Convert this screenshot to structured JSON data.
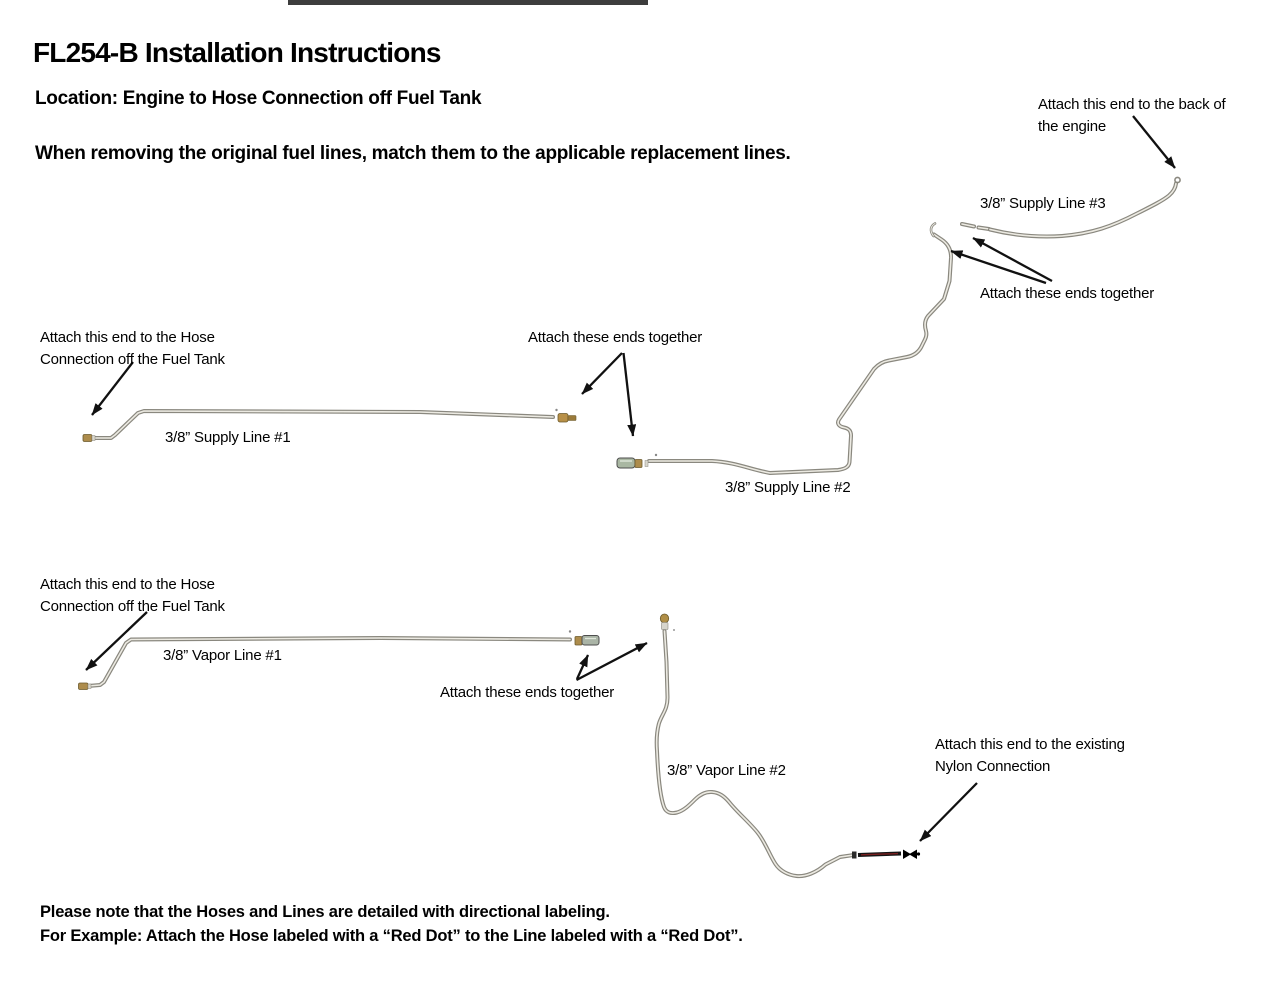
{
  "header": {
    "title": "FL254-B Installation Instructions",
    "location": "Location: Engine to Hose Connection off Fuel Tank",
    "note": "When removing the original fuel lines, match them to the applicable replacement lines."
  },
  "lines": {
    "supply1": {
      "label": "3/8” Supply Line #1"
    },
    "supply2": {
      "label": "3/8” Supply Line #2"
    },
    "supply3": {
      "label": "3/8” Supply Line #3"
    },
    "vapor1": {
      "label": "3/8” Vapor Line #1"
    },
    "vapor2": {
      "label": "3/8” Vapor Line #2"
    }
  },
  "annotations": {
    "supply1_end": {
      "line1": "Attach this end to the Hose",
      "line2": "Connection off the Fuel Tank"
    },
    "supply_1_2_join": {
      "text": "Attach these ends together"
    },
    "supply3_engine_end": {
      "line1": "Attach this end to the back of",
      "line2": "the engine"
    },
    "supply_2_3_join": {
      "text": "Attach these ends together"
    },
    "vapor1_end": {
      "line1": "Attach this end to the Hose",
      "line2": "Connection off the Fuel Tank"
    },
    "vapor_1_2_join": {
      "text": "Attach these ends together"
    },
    "vapor2_end": {
      "line1": "Attach this end to the existing",
      "line2": "Nylon Connection"
    }
  },
  "footer": {
    "line1": "Please note that the Hoses and Lines are detailed with directional labeling.",
    "line2": "For Example: Attach the Hose labeled with a “Red Dot” to the Line labeled with a “Red Dot”."
  },
  "colors": {
    "tube_edge": "#8a887f",
    "tube_highlight": "#eceae2",
    "brass_fitting": "#ad8c4c",
    "green_fitting": "#a9b7a2",
    "nylon_segment": "#141414",
    "red_core": "#7a1f1f",
    "arrow": "#111111"
  }
}
